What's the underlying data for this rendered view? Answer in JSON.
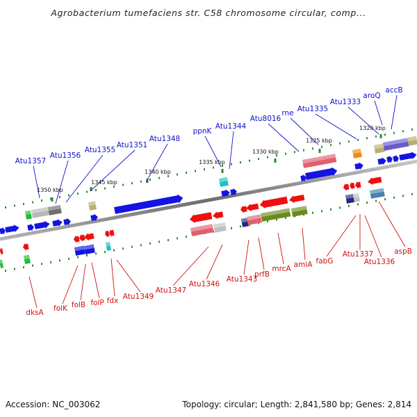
{
  "title": "Agrobacterium tumefaciens str. C58 chromosome circular, comp...",
  "footer": {
    "accession": "Accession: NC_003062",
    "summary": "Topology: circular; Length: 2,841,580 bp; Genes: 2,814"
  },
  "scale_labels": [
    "1350 kbp",
    "1345 kbp",
    "1340 kbp",
    "1335 kbp",
    "1330 kbp",
    "1325 kbp",
    "1320 kbp"
  ],
  "colors": {
    "forward_label": "#1010c8",
    "reverse_label": "#d01010",
    "backbone": "#8a8a8a",
    "tick": "#2e8b2e"
  },
  "forward_genes": [
    "Atu1357",
    "Atu1356",
    "Atu1355",
    "Atu1351",
    "Atu1348",
    "ppnK",
    "Atu1344",
    "Atu8016",
    "rne",
    "Atu1335",
    "Atu1333",
    "aroQ",
    "accB"
  ],
  "reverse_genes": [
    "dksA",
    "folK",
    "folB",
    "folP",
    "fdx",
    "Atu1349",
    "Atu1347",
    "Atu1346",
    "Atu1343",
    "prfB",
    "mrcA",
    "amiA",
    "fabG",
    "Atu1337",
    "Atu1336",
    "aspB"
  ]
}
